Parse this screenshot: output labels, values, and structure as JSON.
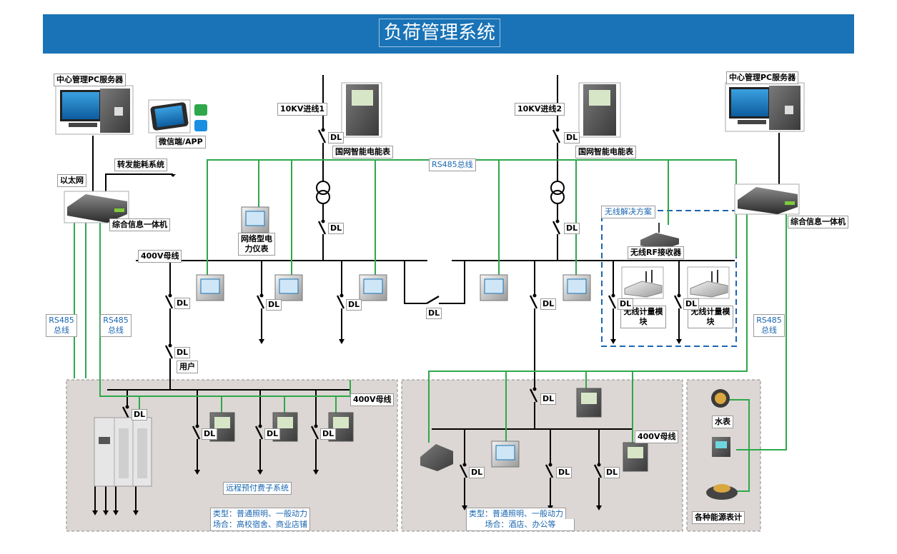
{
  "title": "负荷管理系统",
  "labels": {
    "pc_server_left": "中心管理PC服务器",
    "pc_server_right": "中心管理PC服务器",
    "wechat_app": "微信端/APP",
    "incoming_1": "10KV进线1",
    "incoming_2": "10KV进线2",
    "meter_1": "国网智能电能表",
    "meter_2": "国网智能电能表",
    "ethernet": "以太网",
    "forward_energy": "转发能耗系统",
    "info_unit_left": "综合信息一体机",
    "info_unit_right": "综合信息一体机",
    "rs485_bus_top": "RS485总线",
    "network_meter": "网络型电力仪表",
    "bus_400v_main": "400V母线",
    "wireless_solution": "无线解决方案",
    "rf_receiver": "无线RF接收器",
    "wireless_module_1": "无线计量模块",
    "wireless_module_2": "无线计量模块",
    "rs485_left_1": "RS485 总线",
    "rs485_left_2": "RS485 总线",
    "rs485_right": "RS485 总线",
    "user": "用户",
    "bus_400v_left": "400V母线",
    "bus_400v_mid": "400V母线",
    "prepaid_system": "远程预付费子系统",
    "left_type": "类型：普通照明、一般动力",
    "left_place": "场合：高校宿舍、商业店铺",
    "mid_type": "类型：普通照明、一般动力",
    "mid_place": "场合：酒店、办公等",
    "water_meter": "水表",
    "energy_meters": "各种能源表计",
    "dl": "DL"
  },
  "colors": {
    "title_bg": "#1a73b6",
    "bus_green": "#2ea84a",
    "dashed_blue": "#1a66b0",
    "panel_bg": "#dcd7d4"
  }
}
